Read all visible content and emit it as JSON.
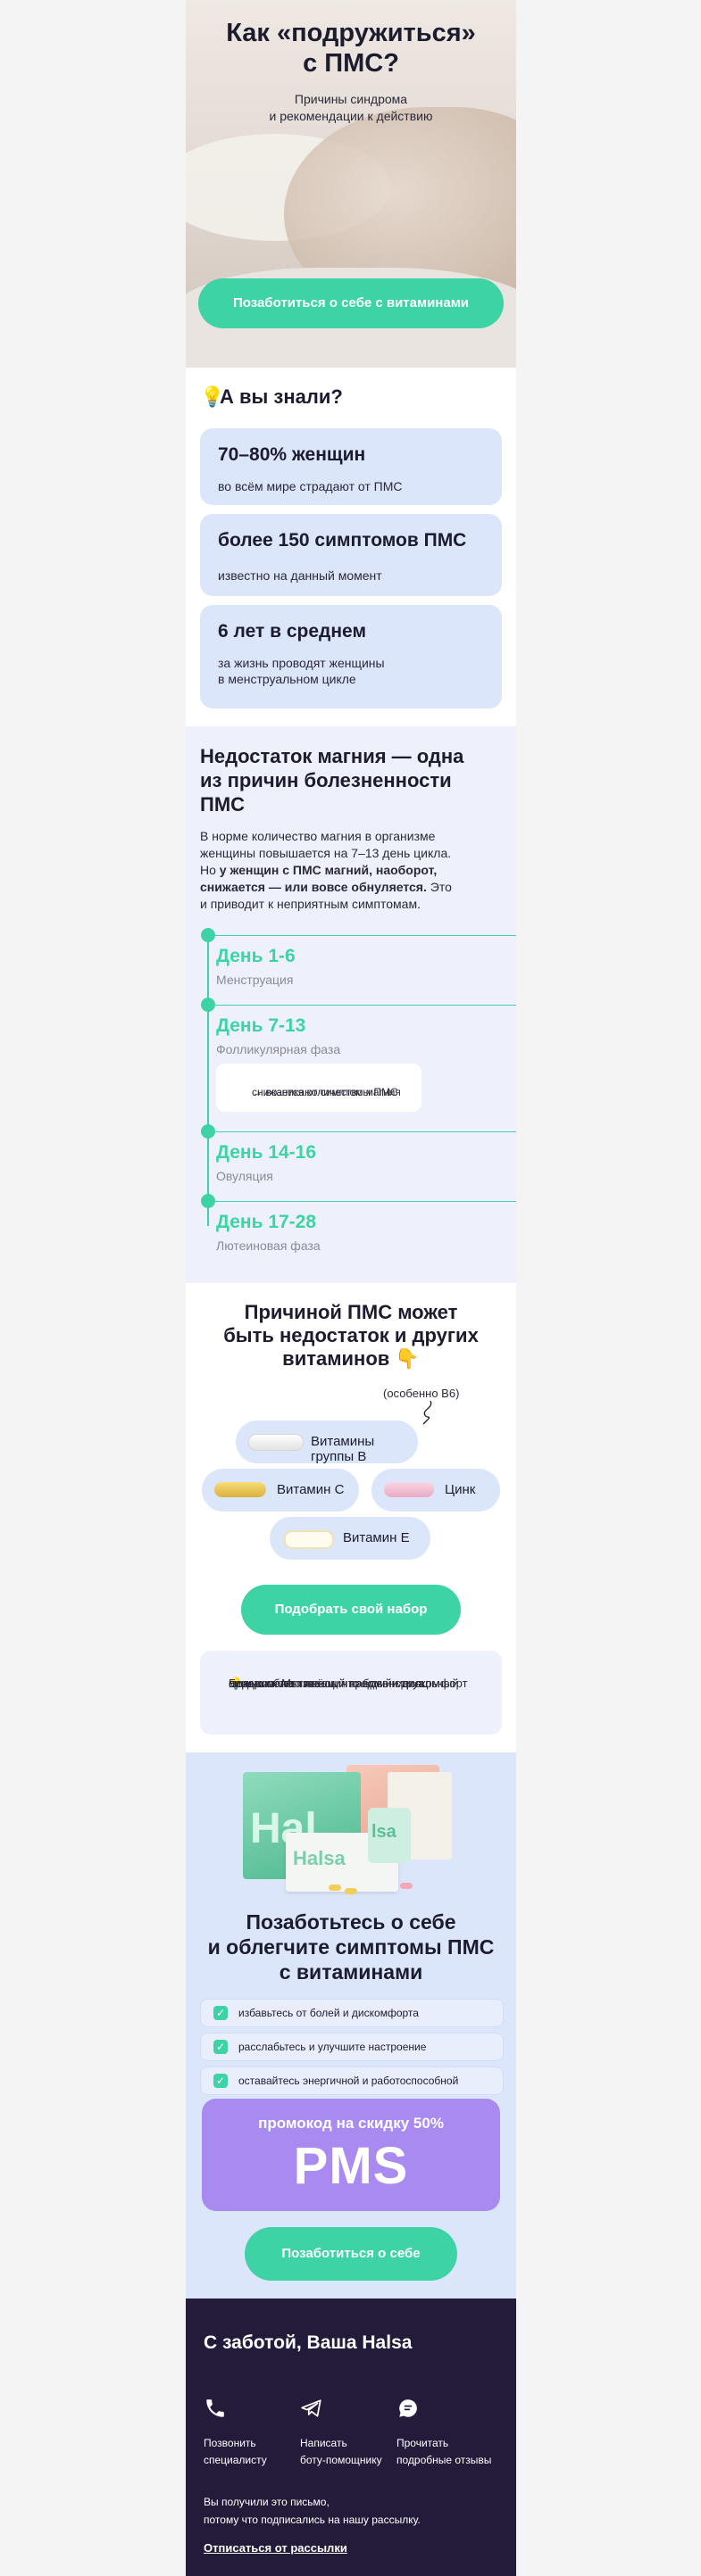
{
  "hero": {
    "title_line1": "Как «подружиться»",
    "title_line2": "с ПМС?",
    "subtitle_line1": "Причины синдрома",
    "subtitle_line2": "и рекомендации к действию",
    "button": "Позаботиться о себе с витаминами"
  },
  "facts": {
    "title": "А вы знали?",
    "items": [
      {
        "big": "70–80% женщин",
        "small_line1": "во всём мире страдают от ПМС",
        "small_line2": ""
      },
      {
        "big": "более 150 симптомов ПМС",
        "small_line1": "известно на данный момент",
        "small_line2": ""
      },
      {
        "big": "6 лет в среднем",
        "small_line1": "за жизнь проводят женщины",
        "small_line2": "в менструальном цикле"
      }
    ]
  },
  "magnesium": {
    "title_line1": "Недостаток магния — одна",
    "title_line2": "из причин болезненности",
    "title_line3": "ПМС",
    "para_1": "В норме количество магния в организме",
    "para_2": "женщины повышается на 7–13 день цикла.",
    "para_3a": "Но ",
    "para_3b": "у женщин с ПМС магний, наоборот,",
    "para_4b": "снижается — или вовсе обнуляется.",
    "para_4c": " Это",
    "para_5": "и приводит к неприятным симптомам.",
    "timeline": [
      {
        "day": "День 1-6",
        "phase": "Менструация"
      },
      {
        "day": "День 7-13",
        "phase": "Фолликулярная фаза"
      },
      {
        "day": "День 14-16",
        "phase": "Овуляция"
      },
      {
        "day": "День 17-28",
        "phase": "Лютеиновая фаза"
      }
    ],
    "note_line1": "снижается количество магния",
    "note_line2": "→ возникают симптомы ПМС"
  },
  "vitamins": {
    "title_line1": "Причиной ПМС может",
    "title_line2": "быть недостаток и других",
    "title_line3": "витаминов",
    "especially": "(особенно B6)",
    "pills": {
      "b": "Витамины группы B",
      "c": "Витамин C",
      "zinc": "Цинк",
      "e": "Витамин E"
    },
    "button": "Подобрать свой набор",
    "tip_line1": "Большинство женщин каждый месяц",
    "tip_line2": "переживают тяжёлый предменструальный",
    "tip_line3": "синдром. Мы знаем, что боль и дискомфорт",
    "tip_line4": "можно облегчить."
  },
  "product": {
    "brand": "Halsa",
    "box_text": "Hal",
    "bottle_text": "lsa",
    "title_line1": "Позаботьтесь о себе",
    "title_line2": "и облегчите симптомы ПМС",
    "title_line3": "с витаминами",
    "checks": [
      "избавьтесь от болей и дискомфорта",
      "расслабьтесь и улучшите настроение",
      "оставайтесь энергичной и работоспособной"
    ],
    "promo_label": "промокод на скидку 50%",
    "promo_code": "PMS",
    "button": "Позаботиться о себе"
  },
  "footer": {
    "sign": "С заботой, Ваша Halsa",
    "items": [
      {
        "icon": "phone-icon",
        "line1": "Позвонить",
        "line2": "специалисту"
      },
      {
        "icon": "telegram-icon",
        "line1": "Написать",
        "line2": "боту-помощнику"
      },
      {
        "icon": "chat-icon",
        "line1": "Прочитать",
        "line2": "подробные отзывы"
      }
    ],
    "info_line1": "Вы получили это письмо,",
    "info_line2": "потому что подписались на нашу рассылку.",
    "unsubscribe": "Отписаться от рассылки"
  },
  "colors": {
    "accent_green": "#3ed3a4",
    "card_blue": "#dce6fb",
    "promo_purple": "#a98af0",
    "footer_dark": "#231b39"
  }
}
